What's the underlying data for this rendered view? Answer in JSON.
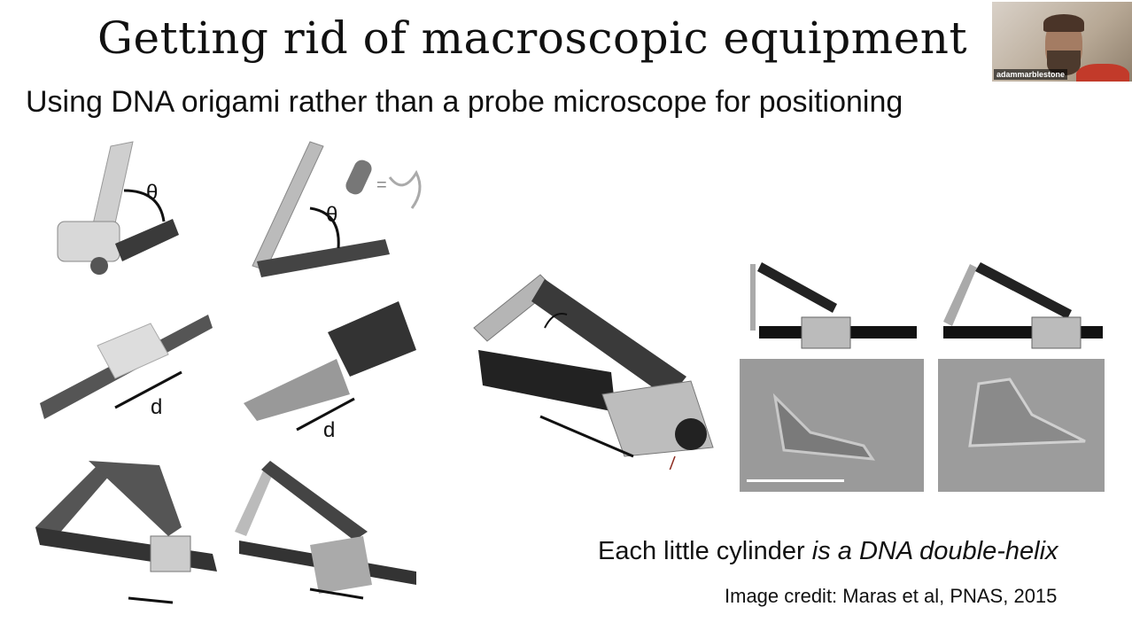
{
  "slide": {
    "title": "Getting rid of macroscopic equipment",
    "subtitle": "Using DNA origami rather than a probe microscope for positioning",
    "caption_prefix": "Each little cylinder ",
    "caption_italic": "is a DNA double-helix",
    "credit": "Image credit: Maras et al, PNAS, 2015",
    "labels": {
      "theta": "θ",
      "distance": "d"
    }
  },
  "webcam": {
    "participant_name": "adammarblestone"
  }
}
